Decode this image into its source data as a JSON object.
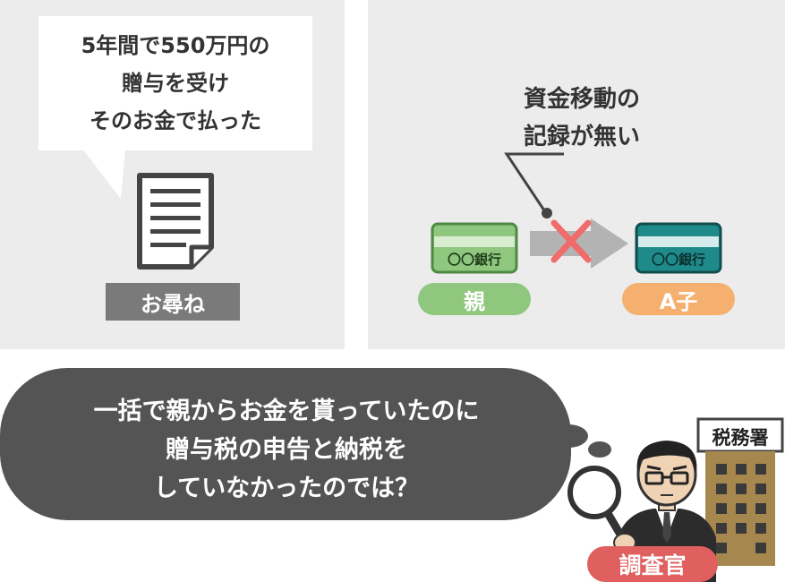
{
  "left_panel": {
    "speech_lines": [
      "5年間で550万円の",
      "贈与を受け",
      "そのお金で払った"
    ],
    "label": "お尋ね"
  },
  "right_panel": {
    "callout_lines": [
      "資金移動の",
      "記録が無い"
    ],
    "bank_text": "〇〇銀行",
    "parent_label": "親",
    "child_label": "A子"
  },
  "bottom": {
    "thought_lines": [
      "一括で親からお金を貰っていたのに",
      "贈与税の申告と納税を",
      "していなかったのでは？"
    ],
    "office_sign": "税務署",
    "officer_label": "調査官"
  },
  "colors": {
    "panel_bg": "#ececec",
    "gray_label": "#7a7a7a",
    "green": "#8fc77e",
    "green_dark": "#4e8a43",
    "teal": "#1f8a8a",
    "teal_dark": "#114d4d",
    "orange": "#f5b070",
    "red_x": "#f06b6b",
    "bubble_dark": "#545454",
    "officer_red": "#e06060",
    "building": "#a6884f"
  }
}
